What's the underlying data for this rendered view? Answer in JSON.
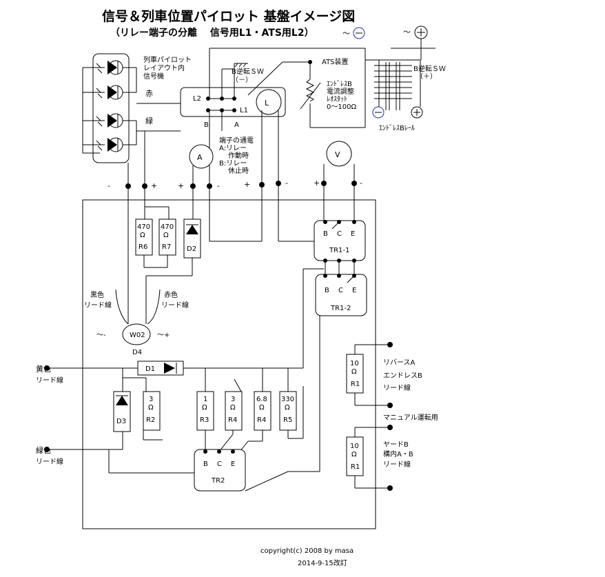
{
  "header": {
    "title": "信号＆列車位置パイロット 基盤イメージ図",
    "subtitle": "（リレー端子の分離　 信号用L1・ATS用L2）",
    "power_minus": "～",
    "power_plus": "～"
  },
  "signal": {
    "label_line1": "列車パイロット",
    "label_line2": "レイアウト内",
    "label_line3": "信号機",
    "red": "赤",
    "green": "緑"
  },
  "terminal_block": {
    "l2": "L2",
    "l1": "L1",
    "b": "B",
    "a": "A",
    "lamp": "L"
  },
  "switches": {
    "b_reverse_minus_l1": "B逆転ＳＷ",
    "b_reverse_minus_l2": "（－）",
    "b_reverse_plus_l1": "B逆転ＳＷ",
    "b_reverse_plus_l2": "（＋）",
    "ats": "ATS装置",
    "endless_rail": "ｴﾝﾄﾞﾚｽBﾚｰﾙ"
  },
  "rheostat": {
    "line1": "ｴﾝﾄﾞﾚｽB",
    "line2": "電流調整",
    "line3": "ﾚｵｽﾀｯﾄ",
    "line4": "0～100Ω"
  },
  "relay_note": {
    "line1": "端子の通電",
    "line2": "A:リレー",
    "line3": "作動時",
    "line4": "B:リレー",
    "line5": "休止時"
  },
  "meters": {
    "ammeter": "A",
    "voltmeter": "V"
  },
  "polarity": {
    "minus": "-",
    "plus": "+"
  },
  "resistors": {
    "r6": {
      "value": "470",
      "unit": "Ω",
      "name": "R6"
    },
    "r7": {
      "value": "470",
      "unit": "Ω",
      "name": "R7"
    },
    "r2": {
      "value": "3",
      "unit": "Ω",
      "name": "R2"
    },
    "r3": {
      "value": "1",
      "unit": "Ω",
      "name": "R3"
    },
    "r4": {
      "value": "3",
      "unit": "Ω",
      "name": "R4"
    },
    "r4b": {
      "value": "6.8",
      "unit": "Ω",
      "name": "R4"
    },
    "r5": {
      "value": "330",
      "unit": "Ω",
      "name": "R5"
    },
    "r1a": {
      "value": "10",
      "unit": "Ω",
      "name": "R1"
    },
    "r1b": {
      "value": "10",
      "unit": "Ω",
      "name": "R1"
    }
  },
  "diodes": {
    "d1": "D1",
    "d2": "D2",
    "d3": "D3"
  },
  "transistors": {
    "b": "B",
    "c": "C",
    "e": "E",
    "tr1_1": "TR1-1",
    "tr1_2": "TR1-2",
    "tr2": "TR2"
  },
  "bridge": {
    "name": "W02",
    "label": "D4",
    "ac_minus": "～-",
    "ac_plus": "～+"
  },
  "leads": {
    "black_l1": "黒色",
    "black_l2": "リード線",
    "red_l1": "赤色",
    "red_l2": "リード線",
    "yellow_l1": "黄色",
    "yellow_l2": "リード線",
    "green_l1": "緑色",
    "green_l2": "リード線",
    "reverse_l1": "リバースA",
    "reverse_l2": "エンドレスB",
    "reverse_l3": "リード線",
    "manual": "マニュアル運転用",
    "yard_l1": "ヤードB",
    "yard_l2": "構内A・B",
    "yard_l3": "リード線"
  },
  "footer": {
    "copyright": "copyright(c)  2008  by   masa",
    "revised": "2014-9-15改訂"
  }
}
